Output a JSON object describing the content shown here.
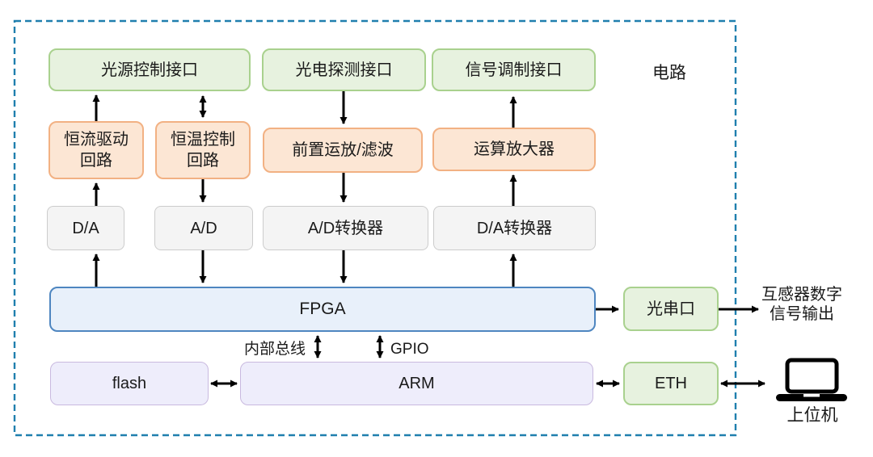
{
  "colors": {
    "green_fill": "#E7F2DF",
    "green_border": "#A9D18E",
    "orange_fill": "#FCE6D4",
    "orange_border": "#F2B183",
    "gray_fill": "#F4F4F4",
    "gray_border": "#CCCCCC",
    "blue_fill": "#E8F0FA",
    "blue_border": "#4E86C0",
    "purple_fill": "#EEEDFB",
    "purple_border": "#C9B9DF",
    "dashed_boundary": "#1F7FAE",
    "arrow": "#000000"
  },
  "nodes": {
    "light_source_interface": "光源控制接口",
    "photodetect_interface": "光电探测接口",
    "signal_modulation_interface": "信号调制接口",
    "circuit_label": "电路",
    "constant_current": {
      "line1": "恒流驱动",
      "line2": "回路"
    },
    "constant_temp": {
      "line1": "恒温控制",
      "line2": "回路"
    },
    "preamp_filter": "前置运放/滤波",
    "op_amp": "运算放大器",
    "da": "D/A",
    "ad": "A/D",
    "ad_converter": "A/D转换器",
    "da_converter": "D/A转换器",
    "fpga": "FPGA",
    "optical_serial": "光串口",
    "flash": "flash",
    "arm": "ARM",
    "eth": "ETH",
    "internal_bus_label": "内部总线",
    "gpio_label": "GPIO",
    "digital_output": {
      "line1": "互感器数字",
      "line2": "信号输出"
    },
    "host_computer": "上位机"
  }
}
